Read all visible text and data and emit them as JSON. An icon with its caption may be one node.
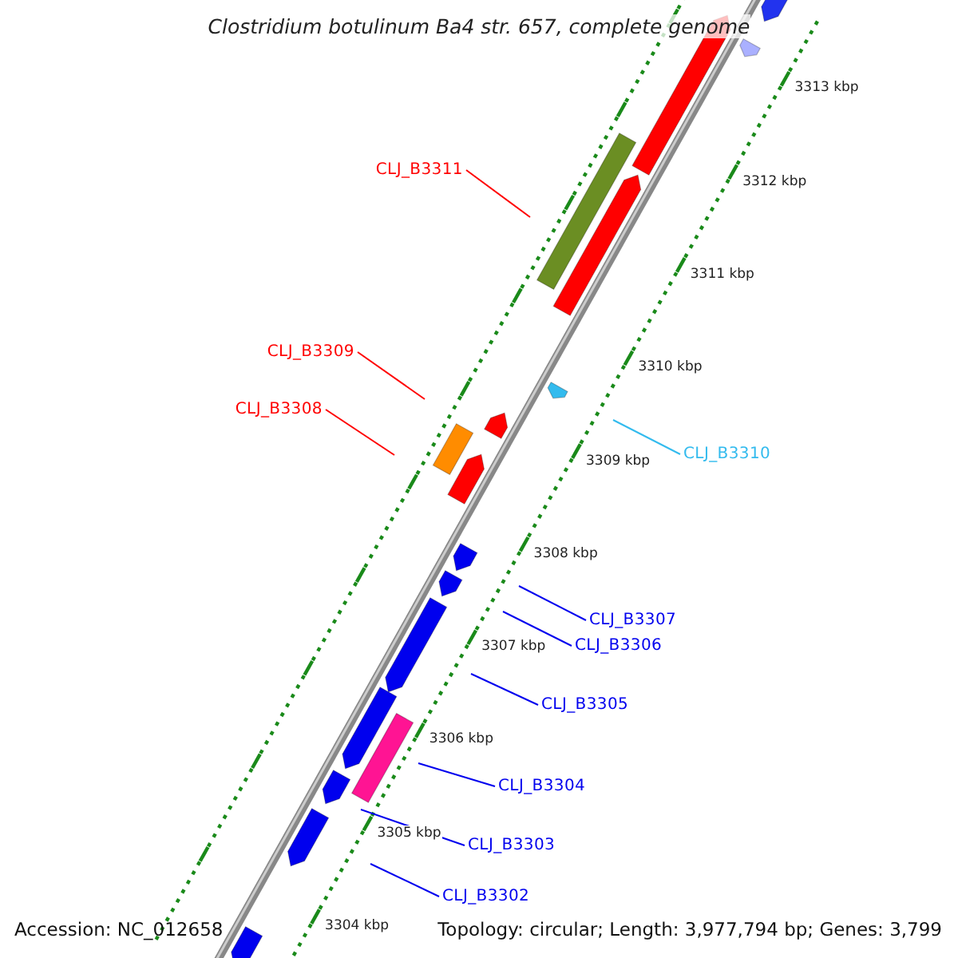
{
  "diagram": {
    "title": "Clostridium botulinum Ba4 str. 657, complete genome",
    "nodes": [
      {
        "text": [
          "CLJ_B3311"
        ]
      },
      {
        "text": [
          "CLJ_B3309"
        ]
      },
      {
        "text": [
          "CLJ_B3308"
        ]
      },
      {
        "text": [
          "CLJ_B3310"
        ]
      },
      {
        "text": [
          "CLJ_B3307"
        ]
      },
      {
        "text": [
          "CLJ_B3306"
        ]
      },
      {
        "text": [
          "CLJ_B3305"
        ]
      },
      {
        "text": [
          "CLJ_B3304"
        ]
      },
      {
        "text": [
          "CLJ_B3303"
        ]
      },
      {
        "text": [
          "CLJ_B3302"
        ]
      }
    ],
    "edges": [
      {
        "from": 0,
        "to": null,
        "arrow": "none",
        "color": "#ff0000"
      },
      {
        "from": 1,
        "to": null,
        "arrow": "none",
        "color": "#ff0000"
      },
      {
        "from": 2,
        "to": null,
        "arrow": "none",
        "color": "#ff0000"
      },
      {
        "from": 3,
        "to": null,
        "arrow": "none",
        "color": "#33bbee"
      },
      {
        "from": 4,
        "to": null,
        "arrow": "none"
      },
      {
        "from": 5,
        "to": null,
        "arrow": "none"
      },
      {
        "from": 6,
        "to": null,
        "arrow": "none"
      },
      {
        "from": 7,
        "to": null,
        "arrow": "none"
      },
      {
        "from": 8,
        "to": null,
        "arrow": "none"
      },
      {
        "from": 9,
        "to": null,
        "arrow": "none"
      }
    ],
    "labels": [
      "3313 kbp",
      "3312 kbp",
      "3311 kbp",
      "3310 kbp",
      "3309 kbp",
      "3308 kbp",
      "3307 kbp",
      "3306 kbp",
      "3305 kbp",
      "3304 kbp",
      "Accession: NC_012658",
      "Topology: circular; Length: 3,977,794 bp; Genes: 3,799"
    ]
  }
}
